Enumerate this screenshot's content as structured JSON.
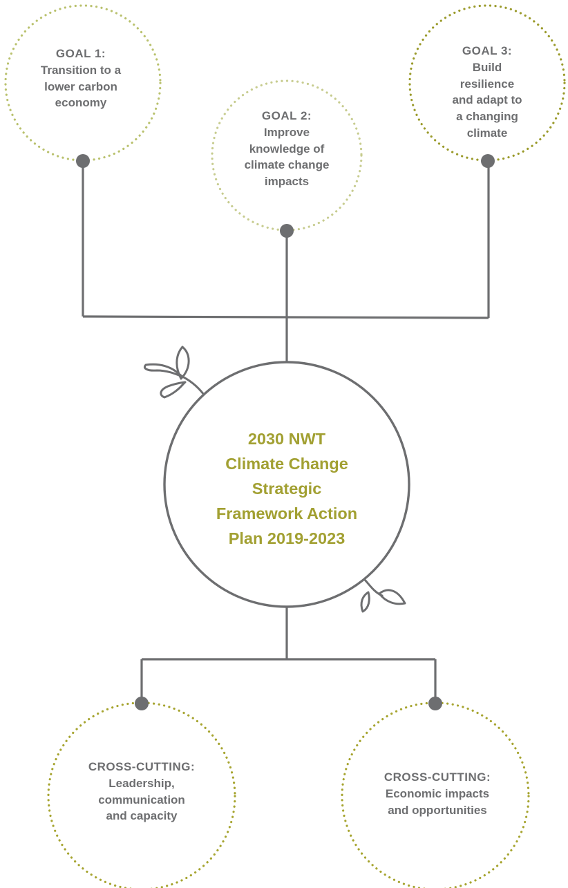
{
  "goals": [
    {
      "heading": "GOAL 1:",
      "text": "Transition to a lower carbon economy"
    },
    {
      "heading": "GOAL 2:",
      "text": "Improve knowledge of climate change impacts"
    },
    {
      "heading": "GOAL 3:",
      "text": "Build resilience and adapt to a changing climate"
    }
  ],
  "center": {
    "line1": "2030 NWT",
    "line2": "Climate Change",
    "line3": "Strategic",
    "line4": "Framework Action",
    "line5": "Plan 2019-2023"
  },
  "cross_cutting": [
    {
      "heading": "CROSS-CUTTING:",
      "text": "Leadership, communication and capacity"
    },
    {
      "heading": "CROSS-CUTTING:",
      "text": "Economic impacts and opportunities"
    }
  ],
  "colors": {
    "line": "#6d6e70",
    "light_green_dots": "#b9c16d",
    "dark_green_dots": "#a6a42f",
    "title_green": "#a2a032",
    "text_grey": "#6d6e70"
  }
}
